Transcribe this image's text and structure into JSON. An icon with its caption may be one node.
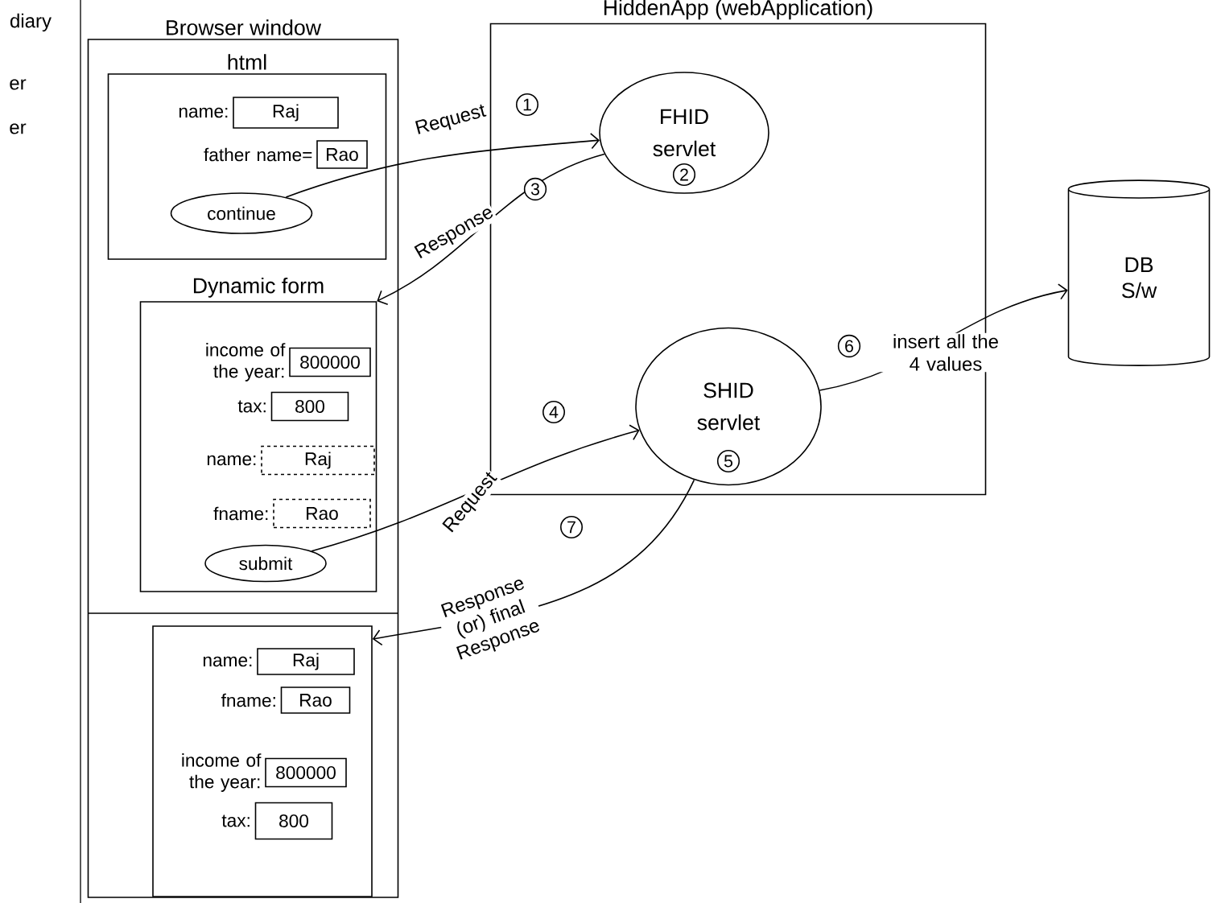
{
  "diagram": {
    "nodes": [
      {
        "text": [
          "Browser window"
        ]
      },
      {
        "text": [
          "html"
        ],
        "in": 0
      },
      {
        "text": [
          "Raj"
        ],
        "in": 1,
        "beside": [
          "name:"
        ]
      },
      {
        "text": [
          "Rao"
        ],
        "in": 1,
        "beside": [
          "father name="
        ]
      },
      {
        "text": [
          "continue"
        ],
        "in": 1
      },
      {
        "text": [
          "Dynamic form"
        ],
        "in": 0
      },
      {
        "text": [
          "800000"
        ],
        "in": 5,
        "beside": [
          "income of the year:"
        ]
      },
      {
        "text": [
          "800"
        ],
        "in": 5,
        "beside": [
          "tax:"
        ]
      },
      {
        "text": [
          "Raj"
        ],
        "in": 5,
        "beside": [
          "name:"
        ]
      },
      {
        "text": [
          "Rao"
        ],
        "in": 5,
        "beside": [
          "fname:"
        ]
      },
      {
        "text": [
          "submit"
        ],
        "in": 5
      },
      {
        "text": [],
        "shape": "box",
        "in": 0
      },
      {
        "text": [
          "Raj"
        ],
        "in": 11,
        "beside": [
          "name:"
        ]
      },
      {
        "text": [
          "Rao"
        ],
        "in": 11,
        "beside": [
          "fname:"
        ]
      },
      {
        "text": [
          "800000"
        ],
        "in": 11,
        "beside": [
          "income of the year:"
        ]
      },
      {
        "text": [
          "800"
        ],
        "in": 11,
        "beside": [
          "tax:"
        ]
      },
      {
        "text": [
          "HiddenApp (webApplication)"
        ]
      },
      {
        "text": [
          "FHID servlet",
          "2"
        ],
        "in": 16
      },
      {
        "text": [
          "SHID servlet",
          "5"
        ],
        "in": 16
      },
      {
        "text": [
          "DB S/w"
        ]
      }
    ],
    "edges": [
      {
        "from": 4,
        "to": 17,
        "arrow": "to",
        "label": "Request"
      },
      {
        "from": 17,
        "to": 5,
        "arrow": "to",
        "label": "Response"
      },
      {
        "from": 10,
        "to": 18,
        "arrow": "to",
        "label": "Request"
      },
      {
        "from": 18,
        "to": 19,
        "arrow": "to",
        "label": "insert all the 4 values"
      },
      {
        "from": 18,
        "to": 11,
        "arrow": "to",
        "label": "Response (or) final Response"
      }
    ],
    "labels": [
      "diary",
      "er",
      "er",
      "1",
      "3",
      "4",
      "6",
      "7"
    ]
  }
}
